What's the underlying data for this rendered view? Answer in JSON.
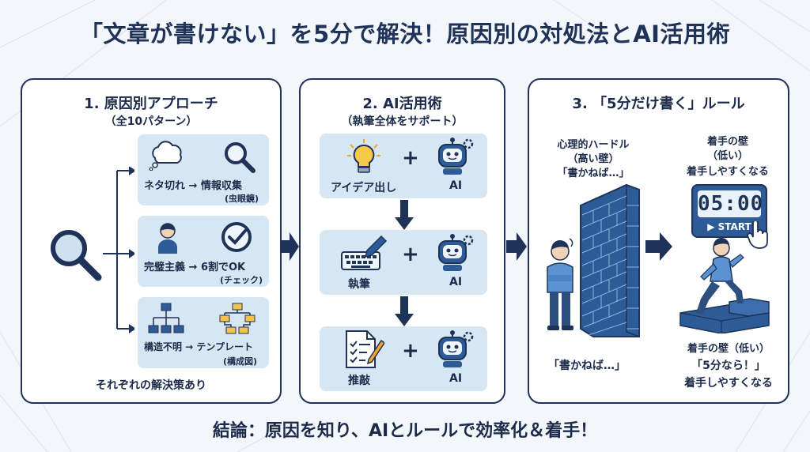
{
  "title": "「文章が書けない」を5分で解決！原因別の対処法とAI活用術",
  "panel1": {
    "heading": "1. 原因別アプローチ",
    "subheading": "（全10パターン）",
    "items": [
      {
        "text": "ネタ切れ → 情報収集",
        "note": "(虫眼鏡)"
      },
      {
        "text": "完璧主義 → 6割でOK",
        "note": "(チェック)"
      },
      {
        "text": "構造不明 → テンプレート",
        "note": "(構成図)"
      }
    ],
    "footer": "それぞれの解決策あり"
  },
  "panel2": {
    "heading": "2. AI活用術",
    "subheading": "（執筆全体をサポート）",
    "steps": [
      {
        "label": "アイデア出し",
        "ai": "AI"
      },
      {
        "label": "執筆",
        "ai": "AI"
      },
      {
        "label": "推敲",
        "ai": "AI"
      }
    ]
  },
  "panel3": {
    "heading": "3. 「5分だけ書く」ルール",
    "left_label_1": "心理的ハードル",
    "left_label_2": "（高い壁）",
    "left_label_3": "「書かねば…」",
    "left_bottom": "「書かねば…」",
    "right_label_1": "着手の壁",
    "right_label_2": "（低い）",
    "right_label_3": "着手しやすくなる",
    "timer": "05:00",
    "timer_button": "▶ START",
    "right_bottom_1": "着手の壁（低い）",
    "right_bottom_2": "「5分なら！」",
    "right_bottom_3": "着手しやすくなる"
  },
  "conclusion": "結論：原因を知り、AIとルールで効率化＆着手！",
  "colors": {
    "navy": "#1f3358",
    "card": "#d7e6f3",
    "accent": "#2c5b98"
  }
}
